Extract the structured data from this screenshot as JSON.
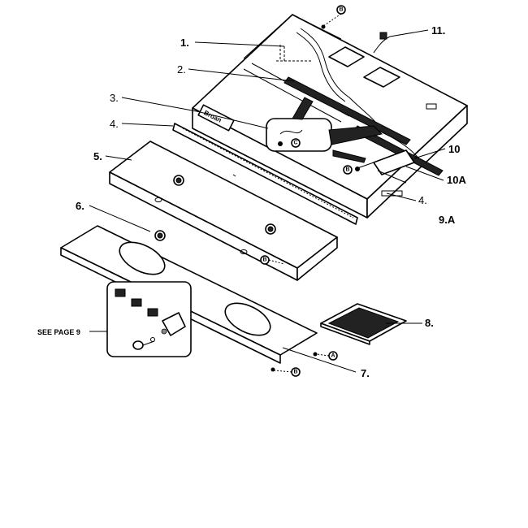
{
  "labels": {
    "l1": "1.",
    "l2": "2.",
    "l3": "3.",
    "l4": "4.",
    "l4b": "4.",
    "l5": "5.",
    "l6": "6.",
    "l7": "7.",
    "l8": "8.",
    "l9a": "9.A",
    "l10": "10",
    "l10a": "10A",
    "l11": "11.",
    "see_page": "SEE PAGE 9"
  },
  "circle_markers": {
    "m_top": "B",
    "m_callout": "C",
    "m_right": "B",
    "m_shelf": "B",
    "m_a": "A",
    "m_b": "B"
  },
  "housing_badge": "Broan"
}
